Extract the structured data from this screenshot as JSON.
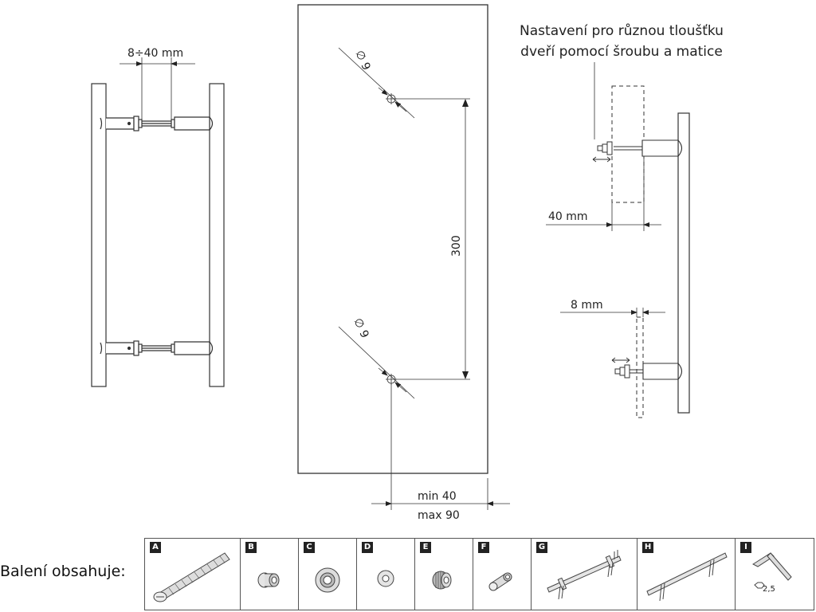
{
  "left_view": {
    "spacing_label": "8÷40 mm"
  },
  "middle_view": {
    "hole_top_label": "∅ 9",
    "hole_bottom_label": "∅ 9",
    "distance_label": "300",
    "edge_min_label": "min 40",
    "edge_max_label": "max 90"
  },
  "right_view": {
    "note_line1": "Nastavení pro různou tloušťku",
    "note_line2": "dveří pomocí šroubu a matice",
    "door40_label": "40 mm",
    "door8_label": "8 mm"
  },
  "package": {
    "label": "Balení obsahuje:",
    "items": [
      {
        "letter": "A",
        "icon": "threaded-rod-icon"
      },
      {
        "letter": "B",
        "icon": "bushing-icon"
      },
      {
        "letter": "C",
        "icon": "washer-ring-icon"
      },
      {
        "letter": "D",
        "icon": "flat-washer-icon"
      },
      {
        "letter": "E",
        "icon": "threaded-insert-icon"
      },
      {
        "letter": "F",
        "icon": "sleeve-nut-icon"
      },
      {
        "letter": "G",
        "icon": "handle-bar-icon"
      },
      {
        "letter": "H",
        "icon": "handle-bar-icon"
      },
      {
        "letter": "I",
        "icon": "hex-key-icon"
      }
    ],
    "hex_size": "2,5"
  }
}
